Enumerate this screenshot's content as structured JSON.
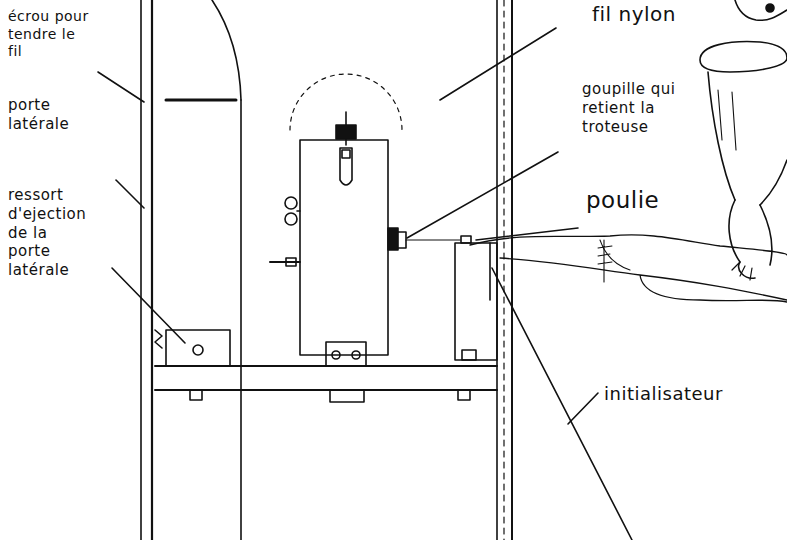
{
  "diagram": {
    "labels": [
      "écrou pour tendre le fil",
      "porte latérale",
      "ressort d'ejection de la porte latérale",
      "fil nylon",
      "goupille qui retient la troteuse",
      "poulie",
      "initialisateur"
    ]
  }
}
